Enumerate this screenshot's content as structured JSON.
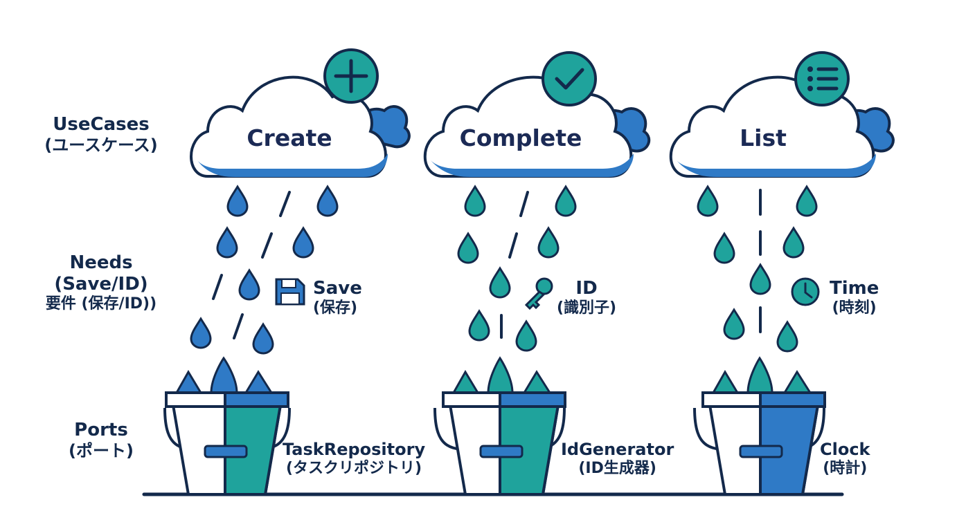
{
  "rows": {
    "usecases": {
      "title": "UseCases",
      "subtitle": "(ユースケース)"
    },
    "needs": {
      "title": "Needs",
      "title2": "(Save/ID)",
      "subtitle": "要件 (保存/ID))"
    },
    "ports": {
      "title": "Ports",
      "subtitle": "(ポート)"
    }
  },
  "columns": [
    {
      "usecase": "Create",
      "usecase_icon": "plus-icon",
      "need": "Save",
      "need_sub": "(保存)",
      "need_icon": "floppy-disk-icon",
      "port": "TaskRepository",
      "port_sub": "(タスクリポジトリ)",
      "color": "#2f7ac6"
    },
    {
      "usecase": "Complete",
      "usecase_icon": "check-icon",
      "need": "ID",
      "need_sub": "(識別子)",
      "need_icon": "key-icon",
      "port": "IdGenerator",
      "port_sub": "(ID生成器)",
      "color": "#1fa39c"
    },
    {
      "usecase": "List",
      "usecase_icon": "list-icon",
      "need": "Time",
      "need_sub": "(時刻)",
      "need_icon": "clock-icon",
      "port": "Clock",
      "port_sub": "(時計)",
      "color": "#1fa39c"
    }
  ],
  "colors": {
    "outline": "#13294b",
    "blue": "#2f7ac6",
    "teal": "#1fa39c",
    "ground": "#13294b"
  }
}
